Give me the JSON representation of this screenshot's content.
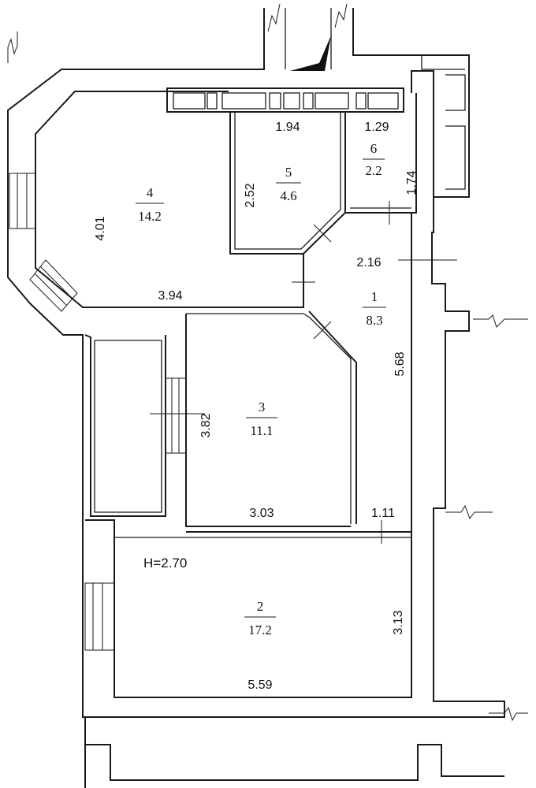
{
  "rooms": [
    {
      "id": "1",
      "number": "1",
      "area": "8.3"
    },
    {
      "id": "2",
      "number": "2",
      "area": "17.2"
    },
    {
      "id": "3",
      "number": "3",
      "area": "11.1"
    },
    {
      "id": "4",
      "number": "4",
      "area": "14.2"
    },
    {
      "id": "5",
      "number": "5",
      "area": "4.6"
    },
    {
      "id": "6",
      "number": "6",
      "area": "2.2"
    }
  ],
  "dimensions": {
    "r5_width": "1.94",
    "r5_height": "2.52",
    "r6_width": "1.29",
    "r6_height": "1.74",
    "r4_height": "4.01",
    "r4_width": "3.94",
    "r1_width": "2.16",
    "r1_height": "5.68",
    "r3_height": "3.82",
    "r3_width": "3.03",
    "corridor_width": "1.11",
    "r2_height": "3.13",
    "r2_width": "5.59"
  },
  "ceiling_height": "H=2.70"
}
